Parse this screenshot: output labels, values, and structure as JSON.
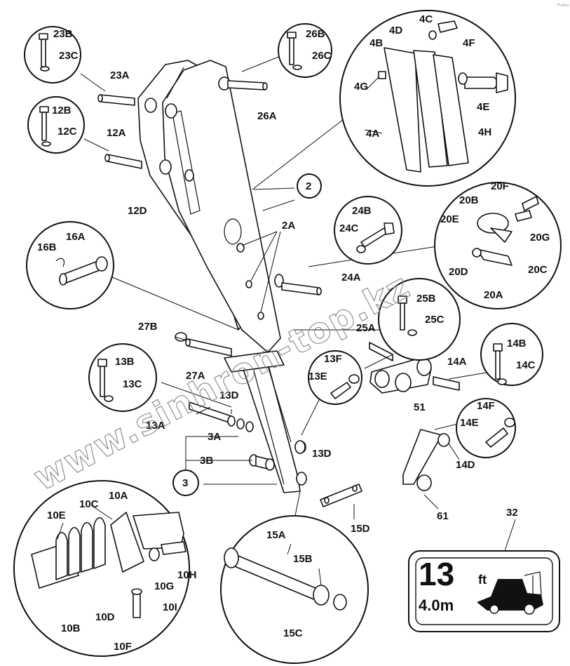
{
  "corner_mark": "P-esu",
  "watermark": "www.sinhron-top.kz",
  "labels": {
    "l23B": "23B",
    "l23C": "23C",
    "l23A": "23A",
    "l12B": "12B",
    "l12C": "12C",
    "l12A": "12A",
    "l12D": "12D",
    "l26B": "26B",
    "l26C": "26C",
    "l26A": "26A",
    "l4C": "4C",
    "l4D": "4D",
    "l4B": "4B",
    "l4F": "4F",
    "l4G": "4G",
    "l4E": "4E",
    "l4A": "4A",
    "l4H": "4H",
    "l2": "2",
    "l2A": "2A",
    "l16B": "16B",
    "l16A": "16A",
    "l24B": "24B",
    "l24C": "24C",
    "l24A": "24A",
    "l20F": "20F",
    "l20B": "20B",
    "l20E": "20E",
    "l20G": "20G",
    "l20D": "20D",
    "l20C": "20C",
    "l20A": "20A",
    "l27B": "27B",
    "l27A": "27A",
    "l25B": "25B",
    "l25A": "25A",
    "l25C": "25C",
    "l13B": "13B",
    "l13C": "13C",
    "l13F": "13F",
    "l13E": "13E",
    "l13D1": "13D",
    "l13A": "13A",
    "l13D2": "13D",
    "l14B": "14B",
    "l14C": "14C",
    "l14A": "14A",
    "l51": "51",
    "l14F": "14F",
    "l14E": "14E",
    "l14D": "14D",
    "l61": "61",
    "l3A": "3A",
    "l3B": "3B",
    "l3": "3",
    "l10A": "10A",
    "l10C": "10C",
    "l10E": "10E",
    "l10G": "10G",
    "l10H": "10H",
    "l10B": "10B",
    "l10D": "10D",
    "l10I": "10I",
    "l10F": "10F",
    "l15A": "15A",
    "l15B": "15B",
    "l15C": "15C",
    "l15D": "15D",
    "l32": "32"
  },
  "decal": {
    "size_big": "13",
    "unit_ft": "ft",
    "size_metric": "4.0m"
  }
}
